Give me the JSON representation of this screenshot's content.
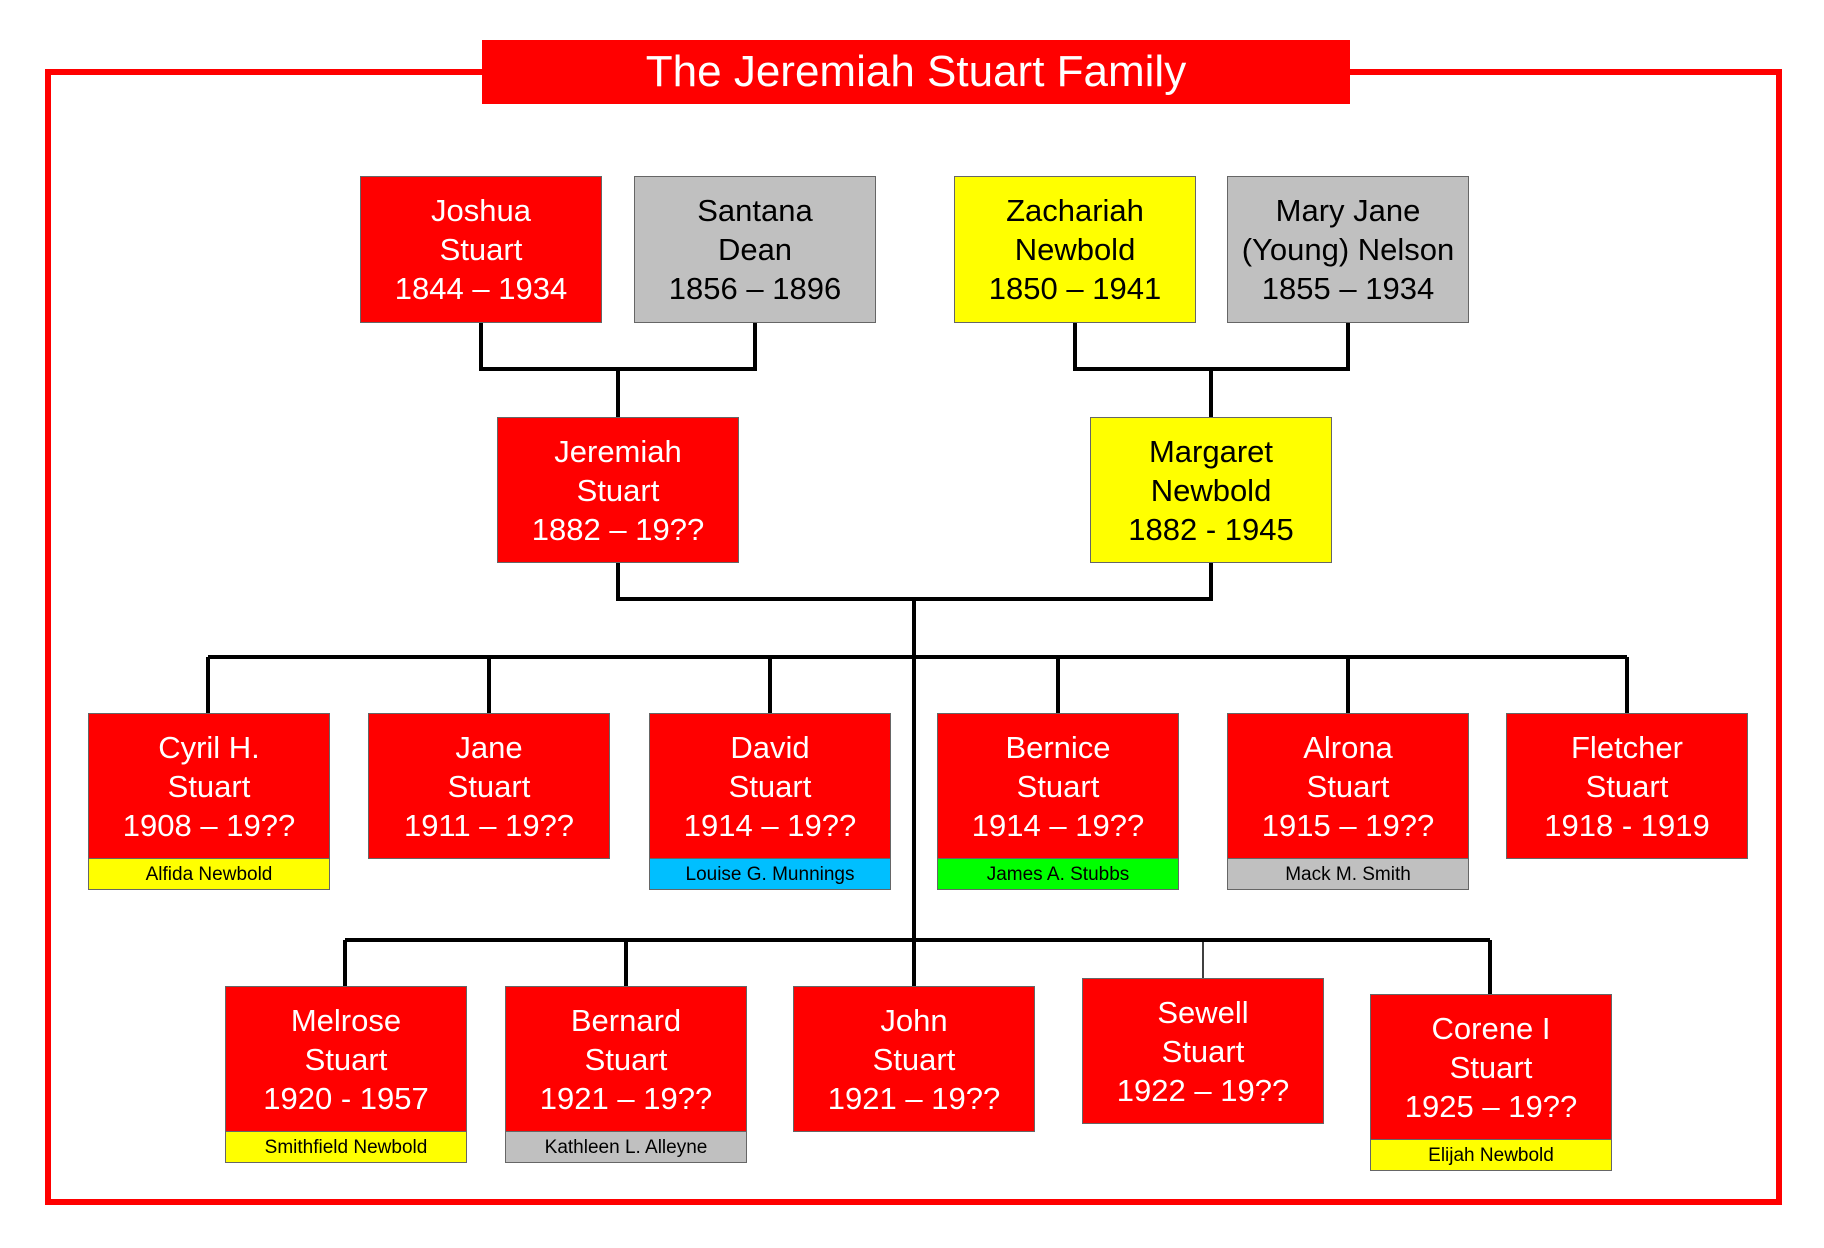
{
  "title": "The Jeremiah Stuart Family",
  "colors": {
    "red": "#ff0000",
    "gray": "#c0c0c0",
    "yellow": "#ffff00",
    "cyan": "#00bfff",
    "green": "#00ff00",
    "frame": "#ff0000"
  },
  "grandparents": [
    {
      "first": "Joshua",
      "last": "Stuart",
      "years": "1844 – 1934",
      "color": "red"
    },
    {
      "first": "Santana",
      "last": "Dean",
      "years": "1856 – 1896",
      "color": "gray"
    },
    {
      "first": "Zachariah",
      "last": "Newbold",
      "years": "1850 – 1941",
      "color": "yellow"
    },
    {
      "first": "Mary Jane",
      "last": "(Young) Nelson",
      "years": "1855 – 1934",
      "color": "gray"
    }
  ],
  "parents": [
    {
      "first": "Jeremiah",
      "last": "Stuart",
      "years": "1882 – 19??",
      "color": "red"
    },
    {
      "first": "Margaret",
      "last": "Newbold",
      "years": "1882 - 1945",
      "color": "yellow"
    }
  ],
  "children_row1": [
    {
      "first": "Cyril H.",
      "last": "Stuart",
      "years": "1908 – 19??",
      "color": "red",
      "spouse": "Alfida Newbold",
      "spouse_color": "yellow"
    },
    {
      "first": "Jane",
      "last": "Stuart",
      "years": "1911 – 19??",
      "color": "red",
      "spouse": "",
      "spouse_color": ""
    },
    {
      "first": "David",
      "last": "Stuart",
      "years": "1914 – 19??",
      "color": "red",
      "spouse": "Louise G. Munnings",
      "spouse_color": "cyan"
    },
    {
      "first": "Bernice",
      "last": "Stuart",
      "years": "1914 – 19??",
      "color": "red",
      "spouse": "James A. Stubbs",
      "spouse_color": "green"
    },
    {
      "first": "Alrona",
      "last": "Stuart",
      "years": "1915 – 19??",
      "color": "red",
      "spouse": "Mack M. Smith",
      "spouse_color": "gray"
    },
    {
      "first": "Fletcher",
      "last": "Stuart",
      "years": "1918 - 1919",
      "color": "red",
      "spouse": "",
      "spouse_color": ""
    }
  ],
  "children_row2": [
    {
      "first": "Melrose",
      "last": "Stuart",
      "years": "1920 - 1957",
      "color": "red",
      "spouse": "Smithfield Newbold",
      "spouse_color": "yellow"
    },
    {
      "first": "Bernard",
      "last": "Stuart",
      "years": "1921 – 19??",
      "color": "red",
      "spouse": "Kathleen L. Alleyne",
      "spouse_color": "gray"
    },
    {
      "first": "John",
      "last": "Stuart",
      "years": "1921 – 19??",
      "color": "red",
      "spouse": "",
      "spouse_color": ""
    },
    {
      "first": "Sewell",
      "last": "Stuart",
      "years": "1922 – 19??",
      "color": "red",
      "spouse": "",
      "spouse_color": ""
    },
    {
      "first": "Corene I",
      "last": "Stuart",
      "years": "1925 – 19??",
      "color": "red",
      "spouse": "Elijah Newbold",
      "spouse_color": "yellow"
    }
  ]
}
